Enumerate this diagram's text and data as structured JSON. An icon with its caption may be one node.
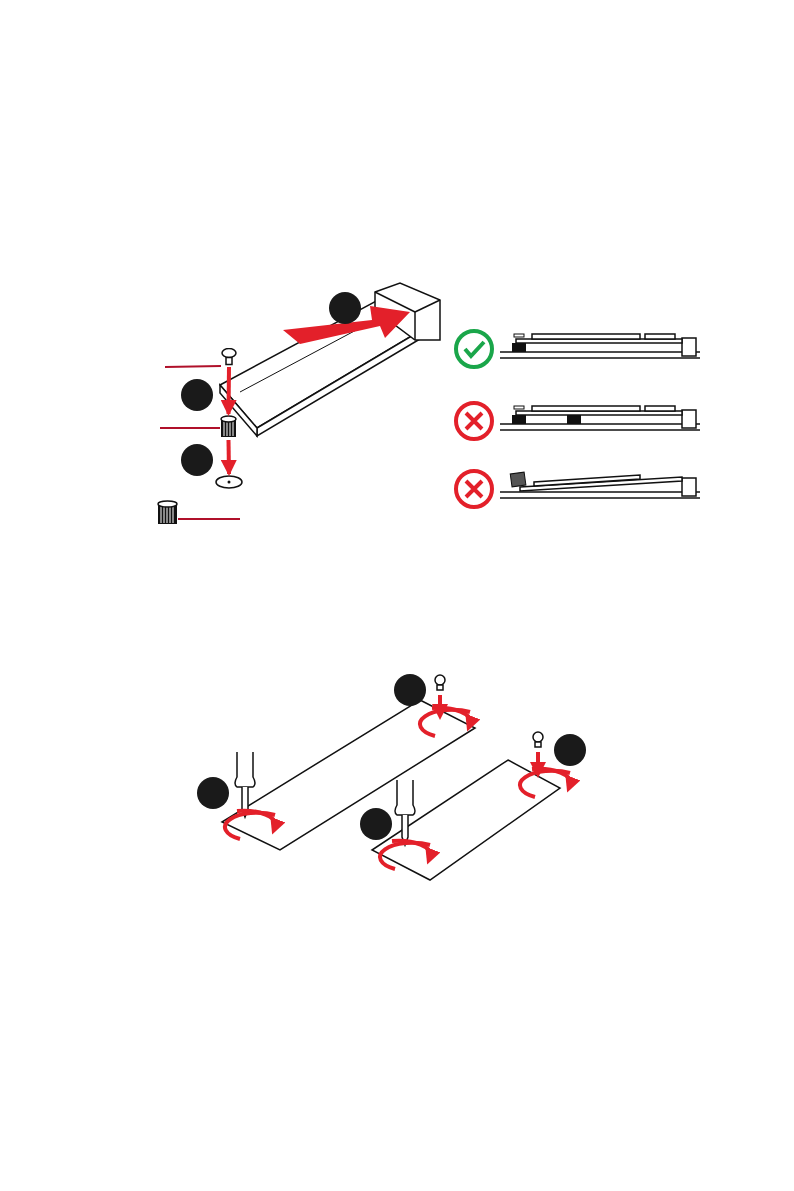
{
  "diagram": {
    "nodes": [
      {
        "text": [],
        "shape": "circle"
      },
      {
        "text": [],
        "shape": "circle"
      },
      {
        "text": [],
        "shape": "circle"
      },
      {
        "text": [],
        "shape": "screw"
      },
      {
        "text": [],
        "shape": "cylinder"
      },
      {
        "text": [],
        "shape": "disc"
      },
      {
        "text": [],
        "shape": "cylinder"
      },
      {
        "text": [],
        "shape": "circle"
      },
      {
        "text": [],
        "shape": "circle"
      },
      {
        "text": [],
        "shape": "circle"
      },
      {
        "text": [],
        "shape": "circle"
      }
    ],
    "edges": [
      {
        "from": null,
        "to": 3,
        "arrow": "none"
      },
      {
        "from": null,
        "to": 4,
        "arrow": "none"
      },
      {
        "from": null,
        "to": 6,
        "arrow": "none"
      },
      {
        "from": 3,
        "to": 4,
        "arrow": "to",
        "style": "thick",
        "color": "#e3202a"
      },
      {
        "from": 4,
        "to": 5,
        "arrow": "to",
        "style": "thick",
        "color": "#e3202a"
      }
    ]
  }
}
